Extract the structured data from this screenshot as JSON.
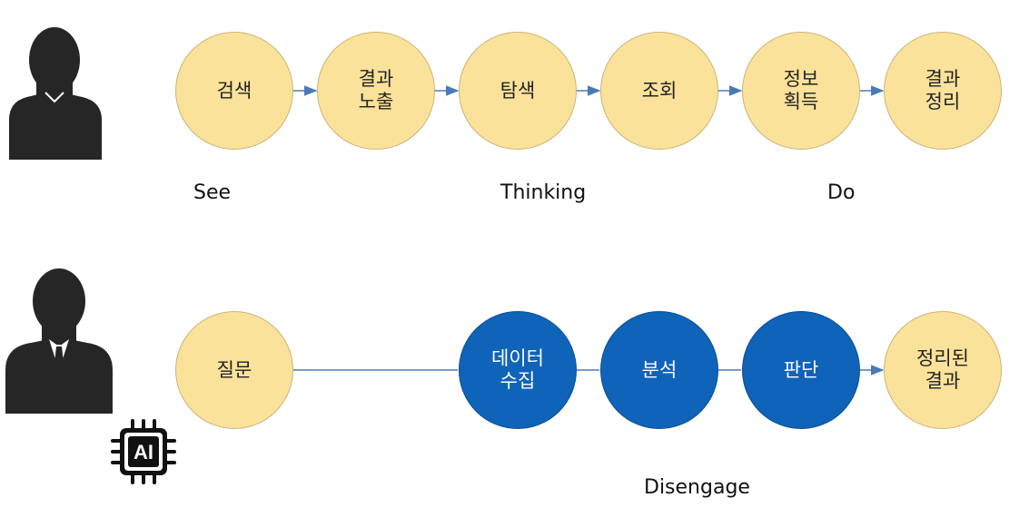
{
  "flow_user": {
    "nodes": [
      "검색",
      "결과\n노출",
      "탐색",
      "조회",
      "정보\n획득",
      "결과\n정리"
    ],
    "phases": [
      "See",
      "Thinking",
      "Do"
    ]
  },
  "flow_ai": {
    "nodes": [
      "질문",
      "데이터\n수집",
      "분석",
      "판단",
      "정리된\n결과"
    ],
    "phase": "Disengage",
    "chip_label": "AI"
  },
  "colors": {
    "light_node": "#fbe29a",
    "dark_node": "#0f63b9",
    "connector": "#4a7ab5",
    "silhouette": "#262626"
  }
}
